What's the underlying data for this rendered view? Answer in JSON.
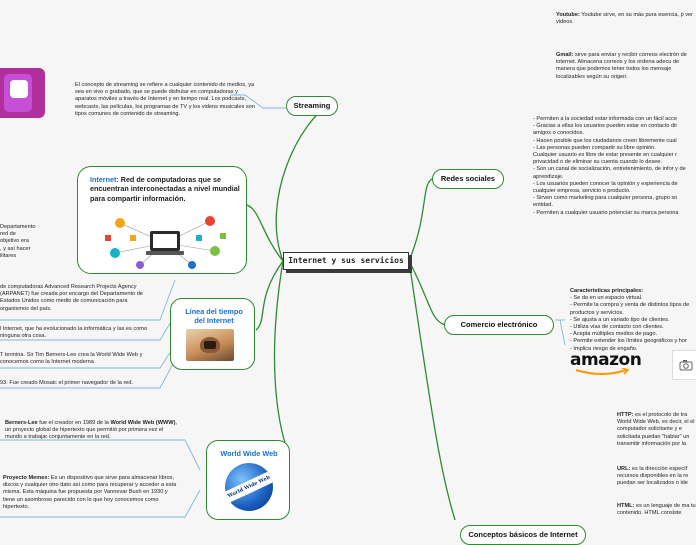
{
  "center": {
    "title": "Internet y sus servicios"
  },
  "topics": {
    "streaming": "Streaming",
    "redes": "Redes sociales",
    "comercio": "Comercio electrónico",
    "conceptos": "Conceptos básicos de Internet",
    "linea": "Línea del tiempo del Internet",
    "www": "World Wide Web",
    "internet_card_prefix": "Internet:",
    "internet_card_text": " Red de computadoras que se encuentran interconectadas a nivel mundial para compartir información."
  },
  "streaming_text": "El concepto de streaming se refiere a cualquier contenido de medios, ya sea en vivo o grabado, que se puede disfrutar en computadoras y aparatos móviles a través de Internet y en tiempo real. Los podcasts, webcasts, las películas, los programas de TV y los videos musicales son tipos comunes de contenido de streaming.",
  "left_partial": [
    "Departamento",
    "red de",
    "objetivo era",
    ", y así hacer",
    "ilitares"
  ],
  "timeline": [
    "de computadoras Advanced Research Projects Agency (ARPANET) fue creada por encargo del Departamento de Estados Unidos como medio de comunicación para organismos del país.",
    "l Internet, que ha evolucionado la informática y las es como ninguna otra cosa.",
    "T termina. Sir Tim Berners-Lee crea la World Wide Web y conocemos como la Internet moderna",
    "93: Fue creado Mosaic el primer navegador de la red."
  ],
  "www_texts": {
    "berners_name": "Berners-Lee",
    "berners_text": " fue el creador en 1989 de la ",
    "berners_bold": "World Wide Web (WWW)",
    "berners_text2": ", un proyecto global de hipertexto que permitió por primera vez el mundo a trabajar conjuntamente en la red.",
    "memex_name": "Proyecto Memex:",
    "memex_text": " Es un dispositivo que sirve para almacenar libros, discos y cualquier otro dato así como para recuperar y acceder a esta misma. Esta máquina fue propuesta por Vannevar Bush en 1930 y tiene un asombroso parecido con lo que hoy conocemos como hipertexto.",
    "badge": "World Wide Web"
  },
  "right": {
    "youtube_name": "Youtube:",
    "youtube_text": " Youtube sirve, en su más pura esencia, p ver videos.",
    "gmail_name": "Gmail:",
    "gmail_text": " sirve para enviar y recibir correos electrón de internet. Almacena correos y los ordena adecu de manera que podemos tener todos los mensaje localizables según su origen.",
    "redes_lines": [
      "- Permiten a la sociedad estar informada con un fácil acce",
      "- Gracias a ellas los usuarios pueden estar en contacto dir amigos o conocidos.",
      "- Hacen posible que los ciudadanos creen libremente cual",
      "- Las personas pueden compartir su libre opinión.",
      "Cualquier usuario es libre de estar presente en cualquier r privacidad o de eliminar su cuenta cuando lo desee.",
      "- Son un canal de socialización, entretenimiento, de infor y de aprendizaje.",
      "- Los usuarios pueden conocer la opinión y experiencia de cualquier empresa, servicio o producto.",
      "- Sirven como marketing para cualquier persona, grupo so entidad.",
      "- Permiten a cualquier usuario potenciar su marca persona"
    ],
    "comercio_title": "Características principales:",
    "comercio_lines": [
      "- Se da en un espacio virtual.",
      "- Permite la compra y venta de distintos tipos de productos y servicios.",
      "- Se ajusta a un variado tipo de clientes.",
      "- Utiliza vías de contacto con clientes.",
      "- Acepta múltiples medios de pago.",
      "- Permite extender los límites geográficos y hor",
      "- Implica riesgo de engaño."
    ],
    "amazon": "amazon",
    "http_name": "HTTP:",
    "http_text": " es el protocolo de tra World Wide Web, es decir, el el computador solicitante y e solicitada puedan \"hablar\" un transmitir información por la",
    "url_name": "URL:",
    "url_text": " es la dirección específ recursos disponibles en la re puedan ser localizados o ide",
    "html_name": "HTML:",
    "html_text": " es un lenguaje de ma tu contenido. HTML consiste"
  },
  "colors": {
    "branch": "#2f8a32",
    "accent": "#1a6fd0"
  }
}
